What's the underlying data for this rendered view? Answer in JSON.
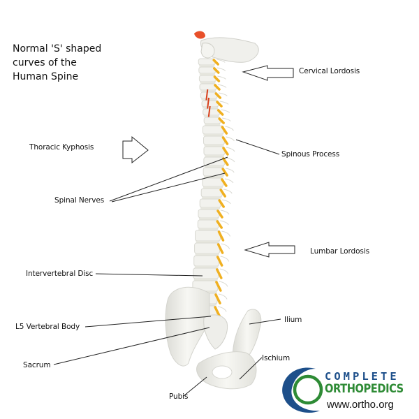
{
  "title": "Normal 'S' shaped curves of the Human Spine",
  "title_lines": [
    "Normal 'S' shaped",
    "curves of the",
    "Human Spine"
  ],
  "labels": {
    "cervical_lordosis": "Cervical Lordosis",
    "thoracic_kyphosis": "Thoracic Kyphosis",
    "spinous_process": "Spinous Process",
    "spinal_nerves": "Spinal Nerves",
    "lumbar_lordosis": "Lumbar Lordosis",
    "intervertebral_disc": "Intervertebral Disc",
    "l5_vertebral_body": "L5 Vertebral Body",
    "ilium": "Ilium",
    "sacrum": "Sacrum",
    "ischium": "Ischium",
    "pubis": "Pubis"
  },
  "logo": {
    "line1": "COMPLETE",
    "line2": "ORTHOPEDICS",
    "url": "www.ortho.org",
    "colors": {
      "blue": "#1d4f8a",
      "green": "#2e8b35"
    }
  },
  "colors": {
    "bone": "#f2f2ee",
    "bone_shade": "#d9d9d2",
    "nerve": "#f0b020",
    "artery": "#d8401c"
  }
}
